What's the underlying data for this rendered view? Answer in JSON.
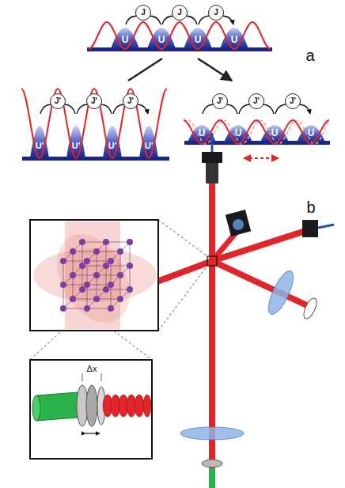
{
  "diagram": {
    "nodes": [
      {
        "text": [
          "J"
        ]
      },
      {
        "text": [
          "J"
        ]
      },
      {
        "text": [
          "J"
        ]
      },
      {
        "text": [
          "J'"
        ]
      },
      {
        "text": [
          "J'"
        ]
      },
      {
        "text": [
          "J'"
        ]
      },
      {
        "text": [
          "J'"
        ]
      },
      {
        "text": [
          "J'"
        ]
      },
      {
        "text": [
          "J'"
        ]
      }
    ],
    "labels": [
      "a",
      "U",
      "U",
      "U",
      "U",
      "U'",
      "U'",
      "U'",
      "U'",
      "U",
      "U",
      "U",
      "U",
      "b",
      "Δx"
    ]
  }
}
